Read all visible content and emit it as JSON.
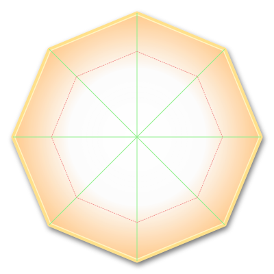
{
  "shape": {
    "kind": "regular-octagon",
    "colors": {
      "fill_center": "#ffffff",
      "fill_edge": "#ffc98a",
      "border": "#ffe08a",
      "border_highlight": "#fff4c2",
      "spokes": "#8ef08a",
      "inner_outline": "#f08a8a",
      "shadow": "#7a7a7a"
    },
    "spokes": 8,
    "inner_octagon_ratio": 0.69
  }
}
